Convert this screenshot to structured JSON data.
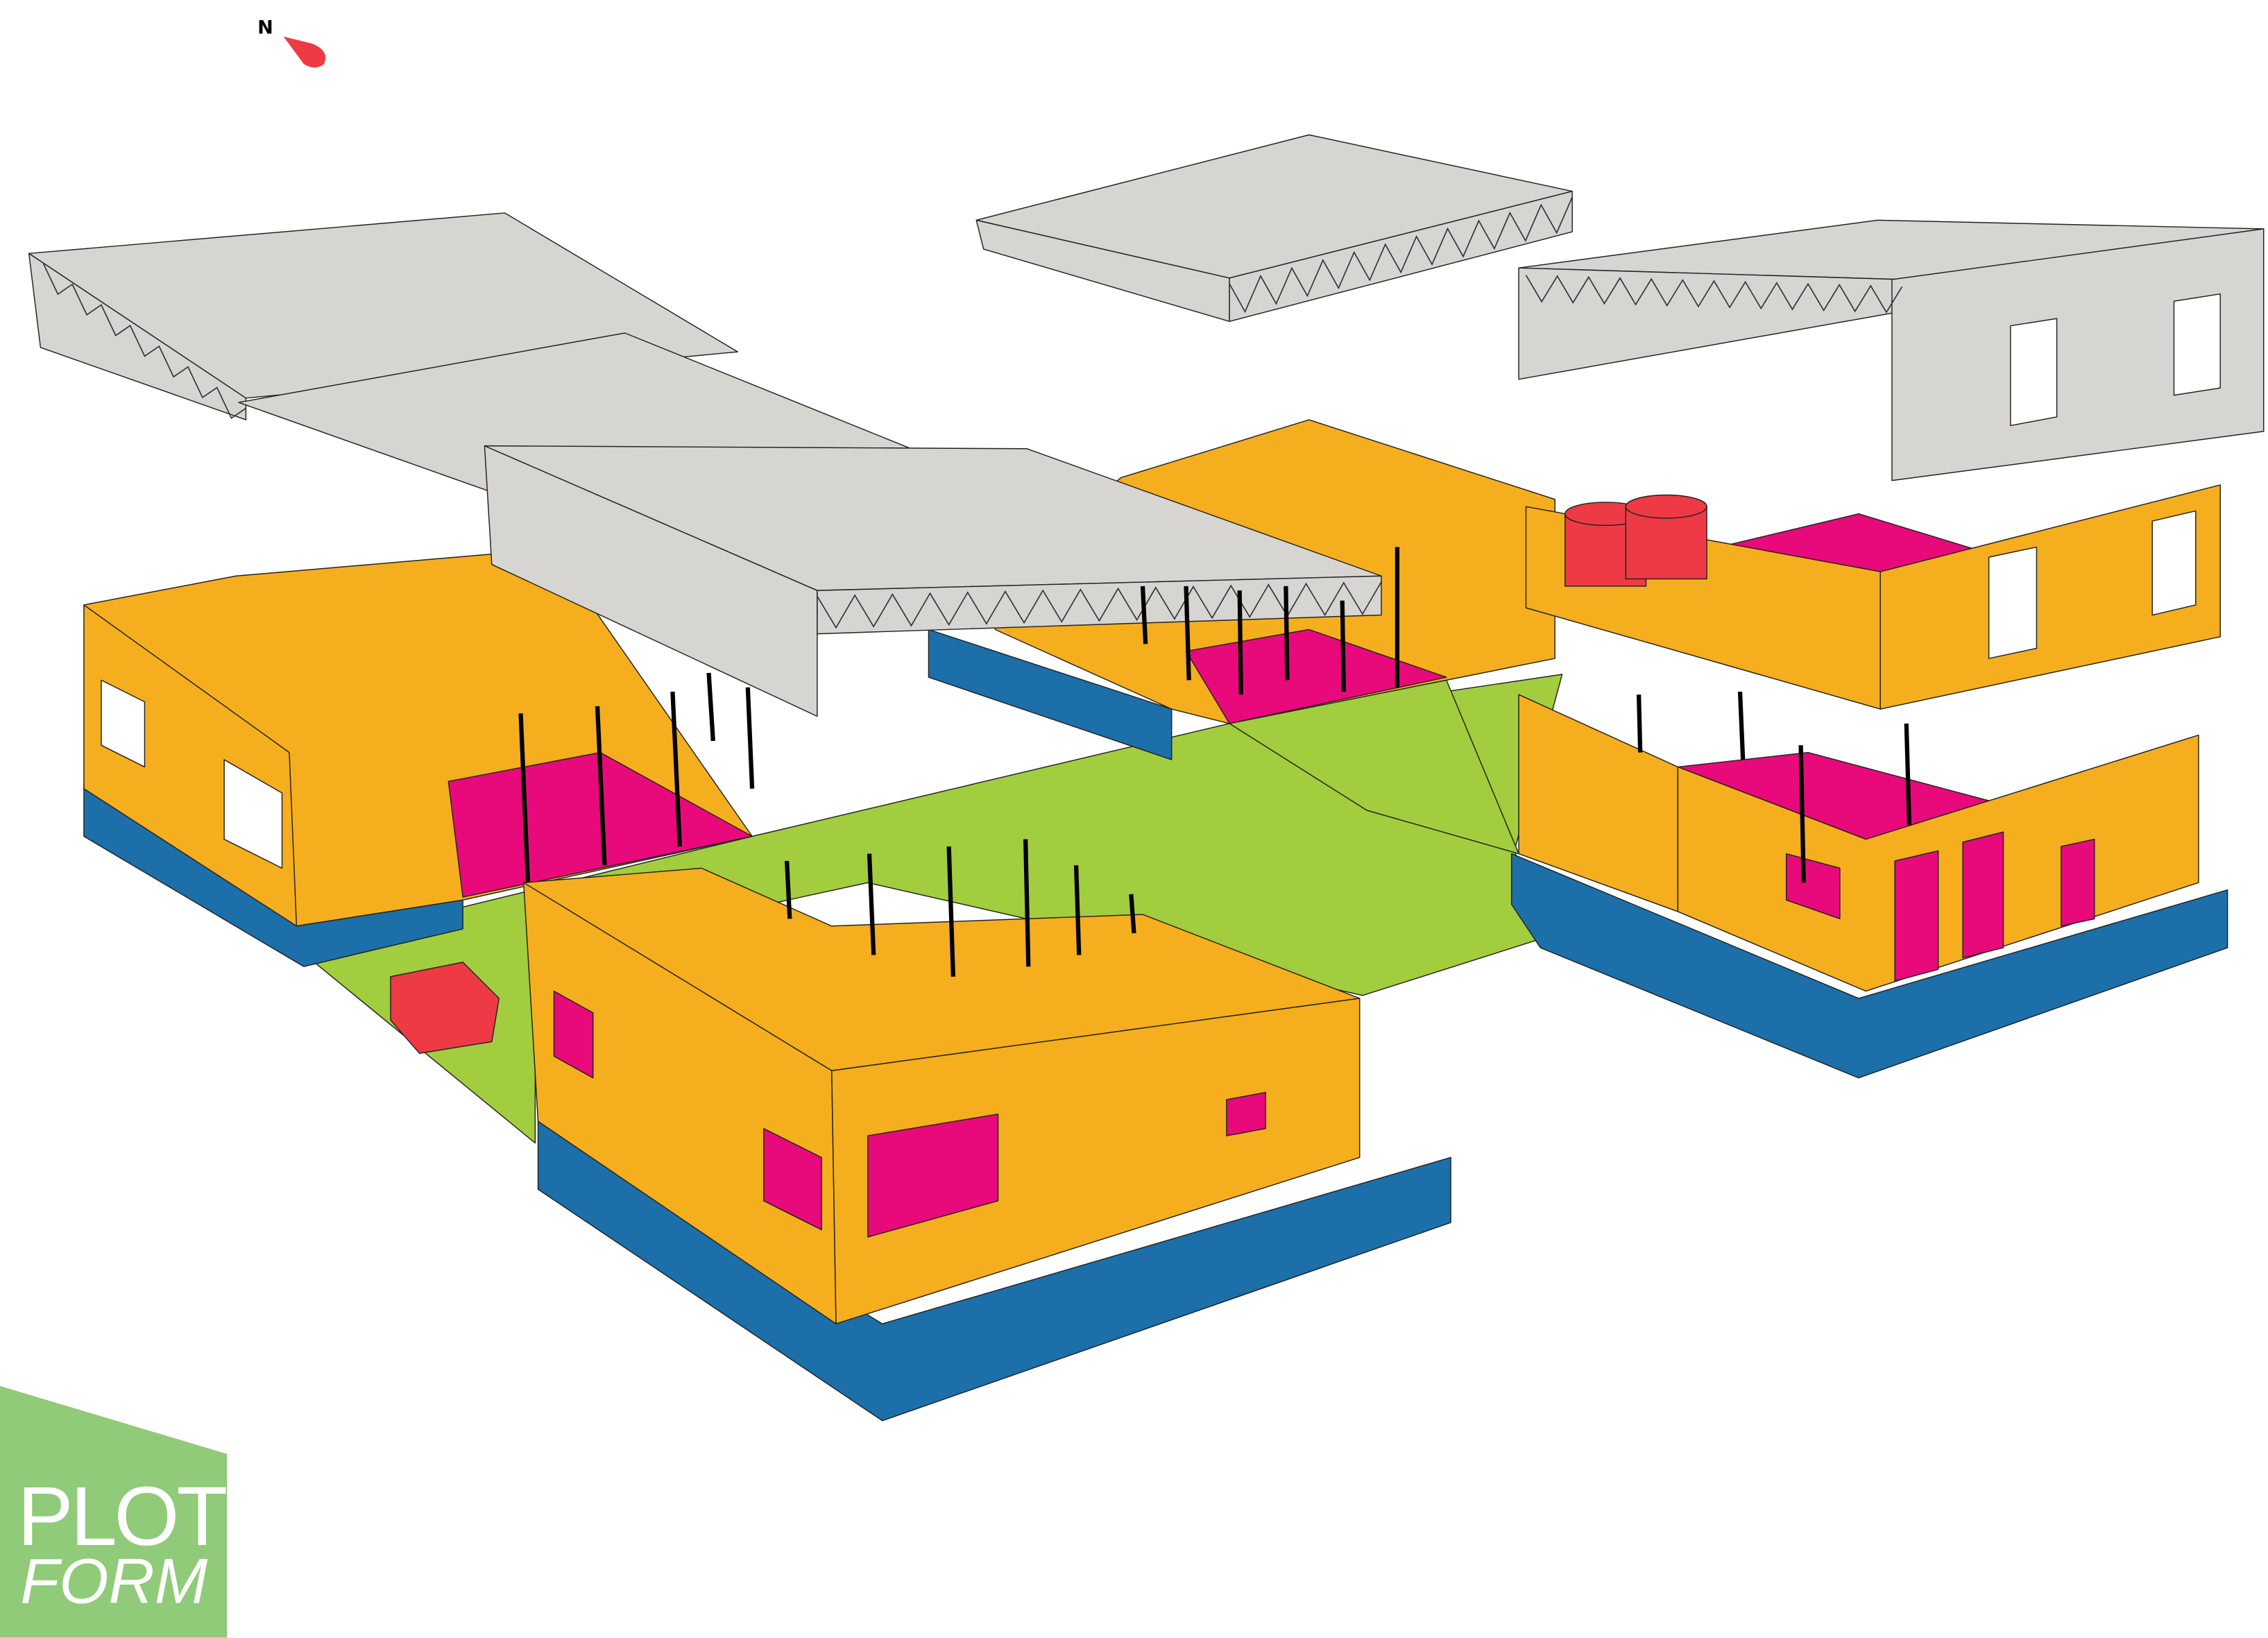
{
  "north_arrow": {
    "label": "N",
    "icon": "north-arrow-icon",
    "color": "#EE3A45"
  },
  "logo": {
    "line1": "PLOT",
    "line2": "FORM",
    "background": "#8FCB78"
  },
  "colors": {
    "walls": "#F5AE1E",
    "base": "#1C6FA8",
    "courtyard": "#A2CD3E",
    "floors": "#E8097A",
    "tanks_stairs": "#EE3A45",
    "roofs": "#D6D5D1"
  }
}
